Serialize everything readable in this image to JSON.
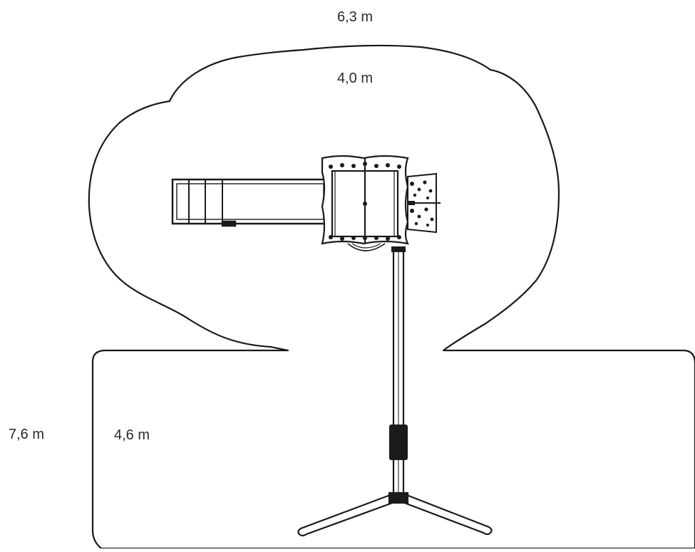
{
  "diagram": {
    "labels": {
      "top_outer": "6,3 m",
      "top_inner": "4,0 m",
      "left_outer": "7,6 m",
      "left_inner": "4,6 m"
    },
    "colors": {
      "line": "#1a1a1a",
      "background": "#ffffff"
    }
  }
}
